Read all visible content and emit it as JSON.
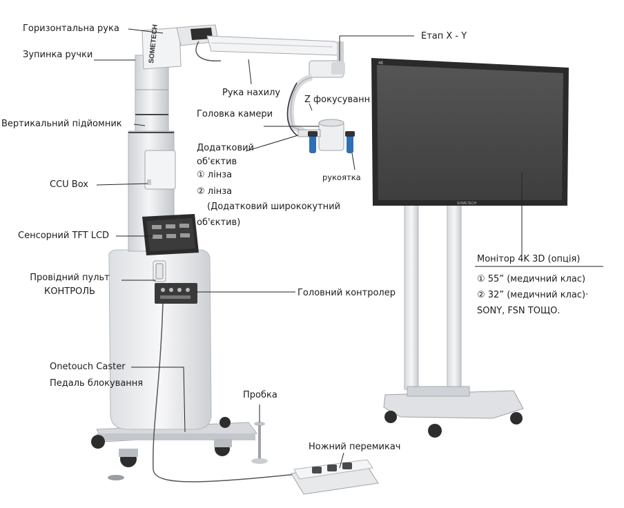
{
  "labels": {
    "horizontal_arm": "Горизонтальна рука",
    "handle_stop": "Зупинка ручки",
    "vertical_lift": "Вертикальний підйомник",
    "ccu_box": "CCU Box",
    "touch_lcd": "Сенсорний TFT LCD",
    "wired_remote_line1": "Провідний пульт",
    "wired_remote_line2": "КОНТРОЛЬ",
    "onetouch_caster": "Onetouch Caster",
    "lock_pedal": "Педаль блокування",
    "plug": "Пробка",
    "foot_switch": "Ножний перемикач",
    "main_controller": "Головний контролер",
    "xy_stage": "Етап X - Y",
    "tilt_arm": "Рука нахилу",
    "z_focus": "Z фокусуванн",
    "camera_head": "Головка камери",
    "aux_lens_line1": "Додатковий",
    "aux_lens_line2": "об'єктив",
    "handle": "рукоятка",
    "lens_option1": "① лінза",
    "lens_option2": "② лінза",
    "lens_option2_note": "(Додатковий ширококутний",
    "lens_option2_note2": "об'єктив)",
    "monitor_title": "Монітор 4K 3D (опція)",
    "monitor_option1": "① 55” (медичний клас)",
    "monitor_option2": "② 32” (медичний клас)·",
    "monitor_brands": "SONY, FSN ТОЩО."
  },
  "brand": {
    "logo_text": "SOMETECH",
    "monitor_badge": "4K"
  },
  "colors": {
    "label_text": "#1c1c1c",
    "leader_line": "#222222",
    "device_body": "#e9eaec",
    "device_shade": "#c9ccd1",
    "screen": "#4a4a4a",
    "handle_blue": "#2f6fb5"
  }
}
